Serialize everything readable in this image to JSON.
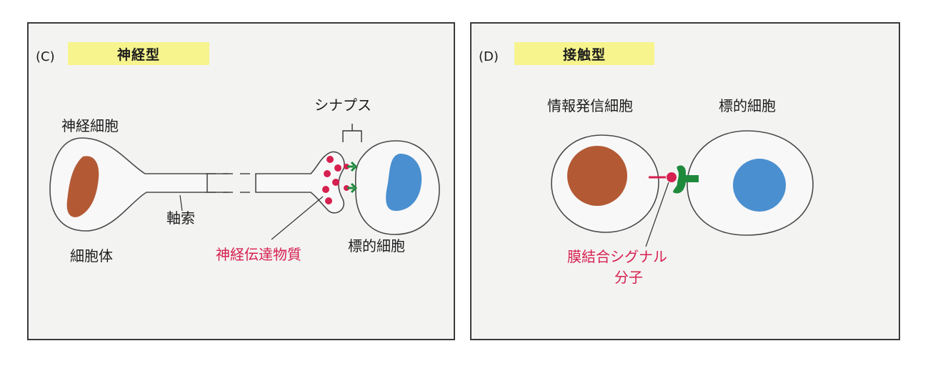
{
  "panel_c": {
    "panel_label": "(C)",
    "title": "神経型",
    "nerve_cell": "神経細胞",
    "synapse": "シナプス",
    "axon": "軸索",
    "cell_body": "細胞体",
    "neurotransmitter": "神経伝達物質",
    "target_cell": "標的細胞"
  },
  "panel_d": {
    "panel_label": "(D)",
    "title": "接触型",
    "signal_cell": "情報発信細胞",
    "target_cell": "標的細胞",
    "molecule_line1": "膜結合シグナル",
    "molecule_line2": "分子"
  },
  "colors": {
    "nucleus_brown": "#b35a35",
    "nucleus_blue": "#4a8fd0",
    "signal_red": "#d6204f",
    "receptor_green": "#1f8a3c",
    "highlight": "#f7f48e"
  }
}
